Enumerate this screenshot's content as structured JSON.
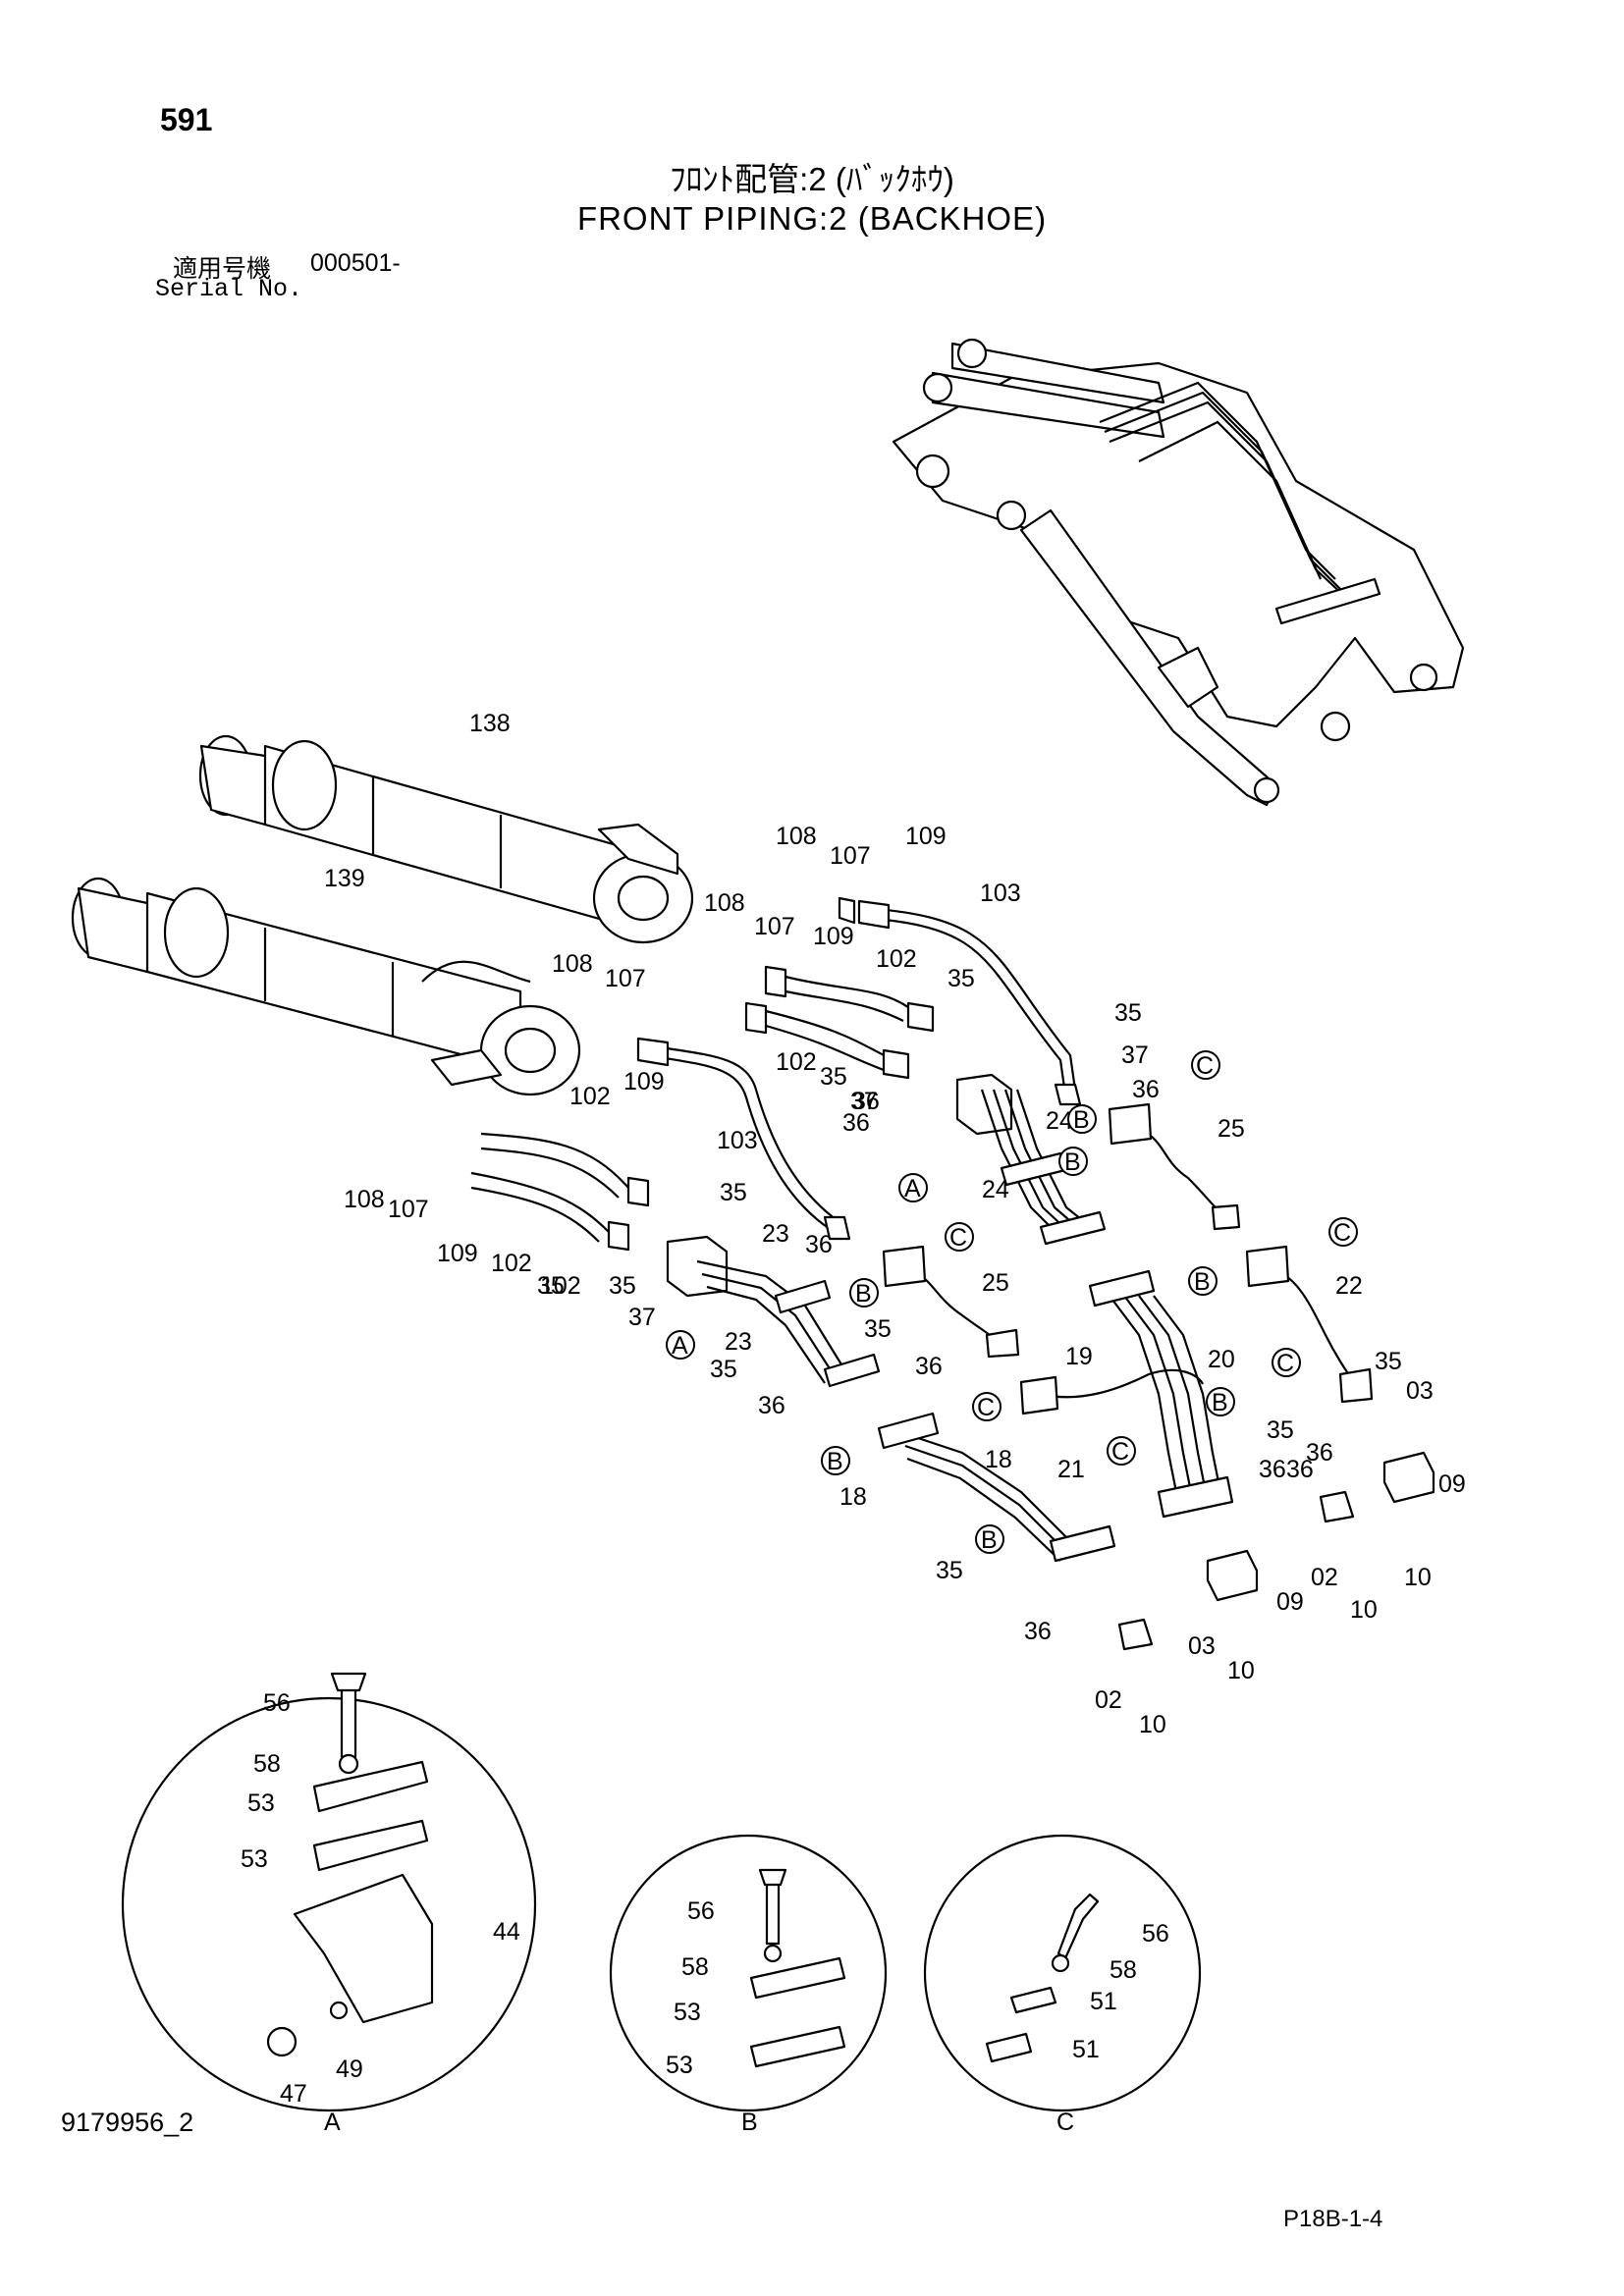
{
  "header": {
    "page_number": "591",
    "title_jp": "ﾌﾛﾝﾄ配管:2 (ﾊﾞｯｸﾎｳ)",
    "title_en": "FRONT PIPING:2 (BACKHOE)",
    "serial_label_jp": "適用号機",
    "serial_value": "000501-",
    "serial_label_en": "Serial No."
  },
  "footer": {
    "drawing_number": "9179956_2",
    "page_code": "P18B-1-4"
  },
  "callouts": [
    "138",
    "139",
    "108",
    "107",
    "109",
    "103",
    "108",
    "107",
    "109",
    "102",
    "35",
    "102",
    "35",
    "108",
    "107",
    "109",
    "103",
    "102",
    "102",
    "108",
    "107",
    "109",
    "102",
    "35",
    "37",
    "36",
    "35",
    "37",
    "36",
    "35",
    "37",
    "36",
    "24",
    "24",
    "25",
    "22",
    "23",
    "23",
    "25",
    "19",
    "20",
    "21",
    "18",
    "18",
    "03",
    "09",
    "10",
    "36",
    "02",
    "09",
    "10",
    "03",
    "10",
    "02",
    "10",
    "35",
    "36",
    "35",
    "36",
    "35",
    "36",
    "35",
    "36",
    "35",
    "36",
    "35",
    "36"
  ],
  "detail_labels": {
    "a": "A",
    "b": "B",
    "c": "C"
  },
  "marker_labels": {
    "a": "A",
    "b": "B",
    "c": "C"
  },
  "detail_a_parts": [
    "56",
    "58",
    "53",
    "53",
    "44",
    "47",
    "49"
  ],
  "detail_b_parts": [
    "56",
    "58",
    "53",
    "53"
  ],
  "detail_c_parts": [
    "56",
    "58",
    "51",
    "51"
  ]
}
